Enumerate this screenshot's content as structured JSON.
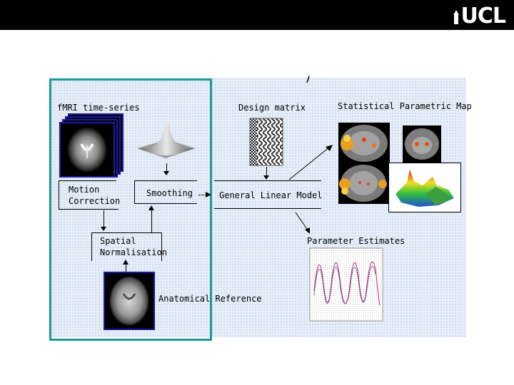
{
  "header": {
    "logo_text": "UCL"
  },
  "diagram": {
    "fmri_label": "fMRI time-series",
    "design_matrix_label": "Design matrix",
    "spm_label": "Statistical Parametric Map",
    "motion_line1": "Motion",
    "motion_line2": "Correction",
    "smoothing_label": "Smoothing",
    "glm_label": "General Linear Model",
    "spatial_line1": "Spatial",
    "spatial_line2": "Normalisation",
    "param_label": "Parameter Estimates",
    "anatomical_label": "Anatomical Reference"
  },
  "colors": {
    "frame": "#1d9a9a",
    "panel": "#e6eef8",
    "topbar": "#000000",
    "curve": "#b0306b"
  }
}
